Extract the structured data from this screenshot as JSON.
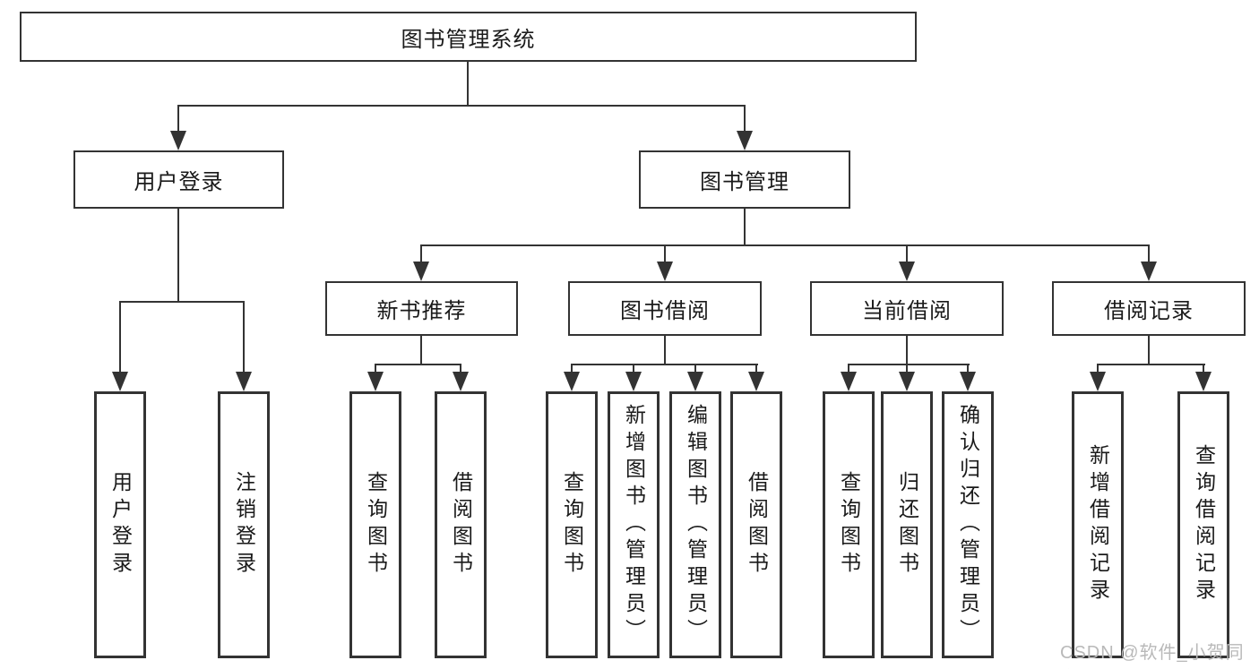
{
  "diagram": {
    "root": {
      "label": "图书管理系统"
    },
    "branches": [
      {
        "label": "用户登录",
        "children": [
          {
            "label": "用户登录"
          },
          {
            "label": "注销登录"
          }
        ]
      },
      {
        "label": "图书管理",
        "children": [
          {
            "label": "新书推荐",
            "children": [
              {
                "label": "查询图书"
              },
              {
                "label": "借阅图书"
              }
            ]
          },
          {
            "label": "图书借阅",
            "children": [
              {
                "label": "查询图书"
              },
              {
                "label": "新增图书（管理员）"
              },
              {
                "label": "编辑图书（管理员）"
              },
              {
                "label": "借阅图书"
              }
            ]
          },
          {
            "label": "当前借阅",
            "children": [
              {
                "label": "查询图书"
              },
              {
                "label": "归还图书"
              },
              {
                "label": "确认归还（管理员）"
              }
            ]
          },
          {
            "label": "借阅记录",
            "children": [
              {
                "label": "新增借阅记录"
              },
              {
                "label": "查询借阅记录"
              }
            ]
          }
        ]
      }
    ]
  },
  "watermark": {
    "text": "CSDN @软件_小贺同学"
  },
  "colors": {
    "line": "#333333",
    "text": "#1a1a1a",
    "watermark": "#b9b9b9",
    "bg": "#ffffff"
  }
}
